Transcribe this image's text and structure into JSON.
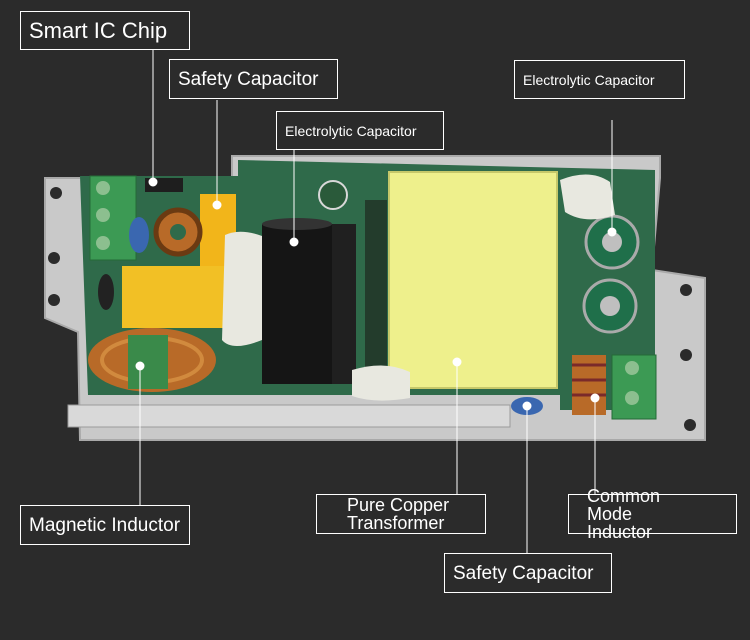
{
  "labels": {
    "smart_ic_chip": "Smart IC Chip",
    "safety_capacitor_top": "Safety Capacitor",
    "electrolytic_capacitor_left": "Electrolytic Capacitor",
    "electrolytic_capacitor_right": "Electrolytic Capacitor",
    "magnetic_inductor": "Magnetic Inductor",
    "transformer_line1": "Pure Copper",
    "transformer_line2": "Transformer",
    "common_mode_line1": "Common Mode",
    "common_mode_line2": "Inductor",
    "safety_capacitor_bottom": "Safety Capacitor"
  },
  "colors": {
    "background": "#2b2b2b",
    "pcb": "#2f6a4a",
    "housing": "#c9c9c9",
    "transformer": "#eef08c",
    "safety_capacitor": "#f2b51a",
    "terminal_block": "#3c9a54",
    "copper_coil": "#b86a28",
    "callout": "#ffffff"
  }
}
